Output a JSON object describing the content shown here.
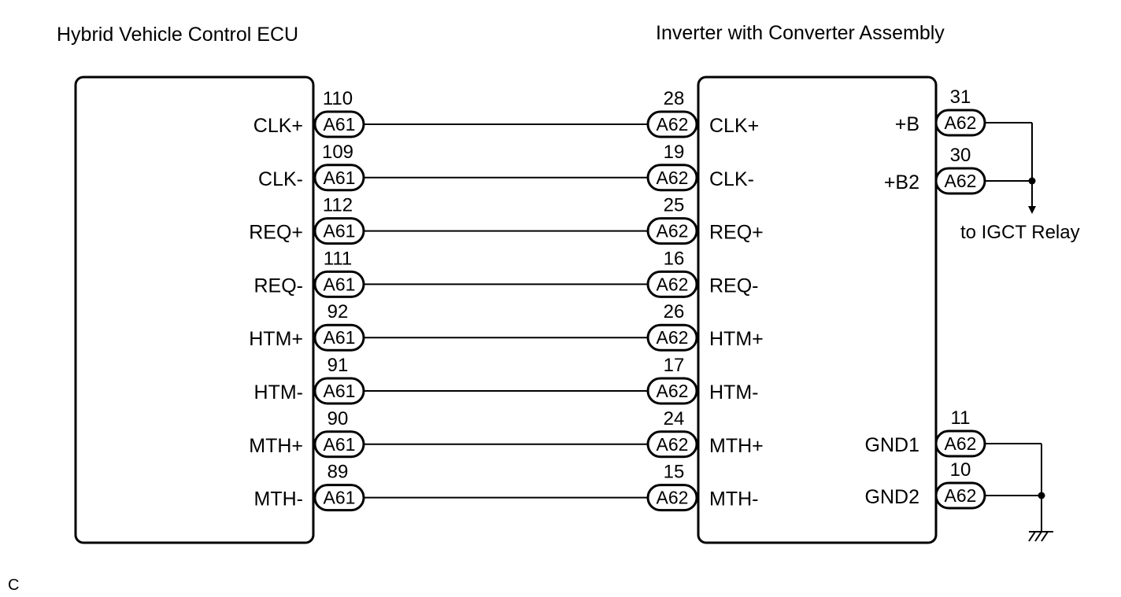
{
  "titles": {
    "left": "Hybrid Vehicle Control ECU",
    "right": "Inverter with Converter Assembly"
  },
  "rows": [
    {
      "signal": "CLK+",
      "ecu_pin": "110",
      "ecu_conn": "A61",
      "inv_pin": "28",
      "inv_conn": "A62"
    },
    {
      "signal": "CLK-",
      "ecu_pin": "109",
      "ecu_conn": "A61",
      "inv_pin": "19",
      "inv_conn": "A62"
    },
    {
      "signal": "REQ+",
      "ecu_pin": "112",
      "ecu_conn": "A61",
      "inv_pin": "25",
      "inv_conn": "A62"
    },
    {
      "signal": "REQ-",
      "ecu_pin": "111",
      "ecu_conn": "A61",
      "inv_pin": "16",
      "inv_conn": "A62"
    },
    {
      "signal": "HTM+",
      "ecu_pin": "92",
      "ecu_conn": "A61",
      "inv_pin": "26",
      "inv_conn": "A62"
    },
    {
      "signal": "HTM-",
      "ecu_pin": "91",
      "ecu_conn": "A61",
      "inv_pin": "17",
      "inv_conn": "A62"
    },
    {
      "signal": "MTH+",
      "ecu_pin": "90",
      "ecu_conn": "A61",
      "inv_pin": "24",
      "inv_conn": "A62"
    },
    {
      "signal": "MTH-",
      "ecu_pin": "89",
      "ecu_conn": "A61",
      "inv_pin": "15",
      "inv_conn": "A62"
    }
  ],
  "power": [
    {
      "signal": "+B",
      "pin": "31",
      "conn": "A62"
    },
    {
      "signal": "+B2",
      "pin": "30",
      "conn": "A62"
    }
  ],
  "ground": [
    {
      "signal": "GND1",
      "pin": "11",
      "conn": "A62"
    },
    {
      "signal": "GND2",
      "pin": "10",
      "conn": "A62"
    }
  ],
  "relay_label": "to IGCT Relay",
  "footer_code": "C"
}
